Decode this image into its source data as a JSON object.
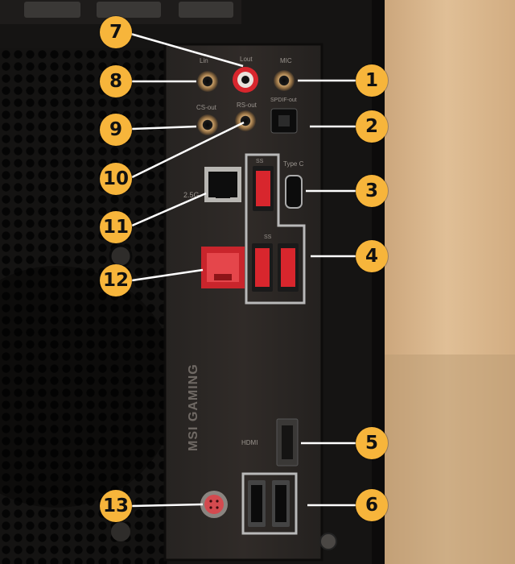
{
  "colors": {
    "callout_fill": "#f7b53b",
    "callout_text": "#111111",
    "leader_line": "#ffffff",
    "highlight_box": "#b9b9b9",
    "port_red": "#d8262d",
    "wood": "#d8b488",
    "panel": "#2a2624",
    "case_black": "#151413"
  },
  "panel_labels": {
    "line_in": "Lin",
    "line_out": "Lout",
    "mic": "MIC",
    "spdif": "SPDIF-out",
    "cs_out": "CS-out",
    "rs_out": "RS-out",
    "lan_speed": "2.5G",
    "usb_a": "SS",
    "type_c": "Type C",
    "usb_gen": "SS",
    "hdmi": "HDMI",
    "brand": "MSI GAMING"
  },
  "callouts": [
    {
      "number": "1",
      "icon": "callout-1"
    },
    {
      "number": "2",
      "icon": "callout-2"
    },
    {
      "number": "3",
      "icon": "callout-3"
    },
    {
      "number": "4",
      "icon": "callout-4"
    },
    {
      "number": "5",
      "icon": "callout-5"
    },
    {
      "number": "6",
      "icon": "callout-6"
    },
    {
      "number": "7",
      "icon": "callout-7"
    },
    {
      "number": "8",
      "icon": "callout-8"
    },
    {
      "number": "9",
      "icon": "callout-9"
    },
    {
      "number": "10",
      "icon": "callout-10"
    },
    {
      "number": "11",
      "icon": "callout-11"
    },
    {
      "number": "12",
      "icon": "callout-12"
    },
    {
      "number": "13",
      "icon": "callout-13"
    }
  ]
}
